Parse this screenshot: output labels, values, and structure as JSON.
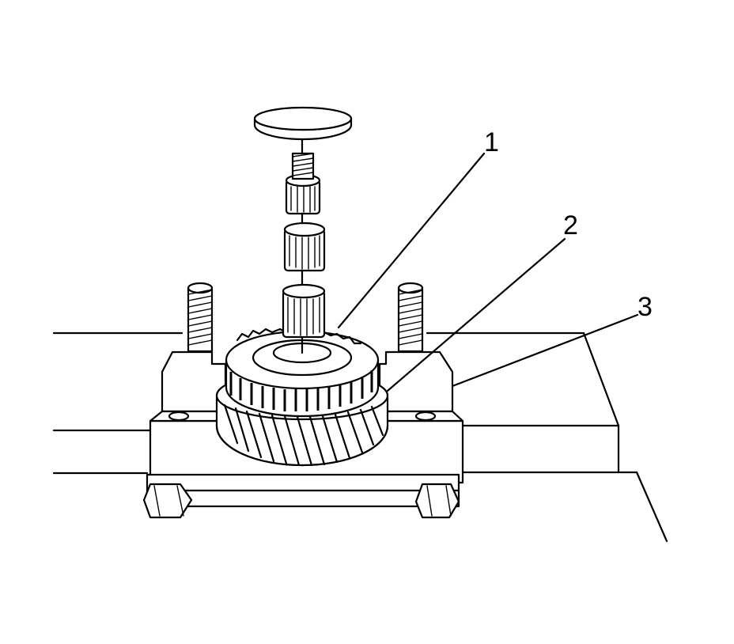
{
  "diagram": {
    "callouts": [
      {
        "label": "1"
      },
      {
        "label": "2"
      },
      {
        "label": "3"
      }
    ],
    "colors": {
      "line": "#000000",
      "background": "#ffffff"
    }
  }
}
